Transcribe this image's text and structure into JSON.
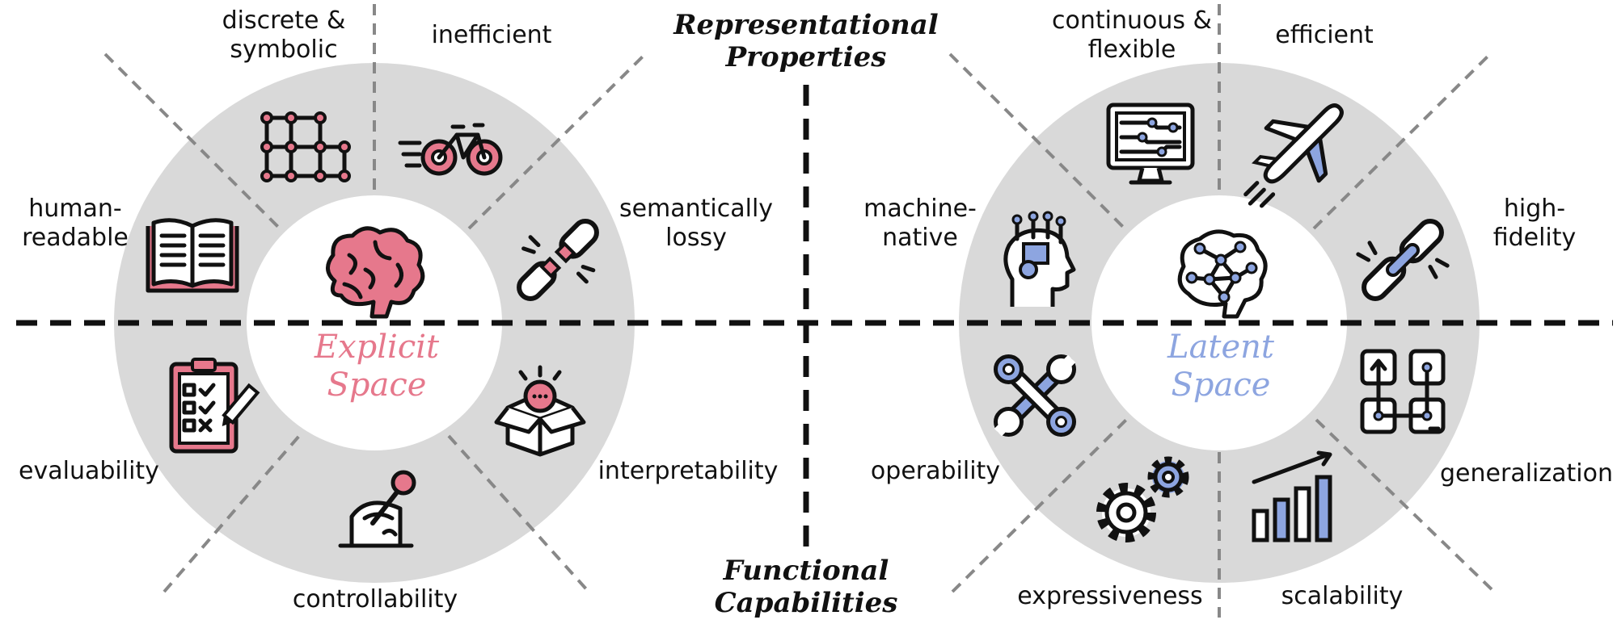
{
  "headers": {
    "top": [
      "Representational",
      "Properties"
    ],
    "bottom": [
      "Functional",
      "Capabilities"
    ]
  },
  "explicit": {
    "title": [
      "Explicit",
      "Space"
    ],
    "color": "#e6788c",
    "labels": {
      "discrete": [
        "discrete &",
        "symbolic"
      ],
      "inefficient": "inefficient",
      "human": [
        "human-",
        "readable"
      ],
      "semantic": [
        "semantically",
        "lossy"
      ],
      "evaluability": "evaluability",
      "interpretability": "interpretability",
      "controllability": "controllability"
    }
  },
  "latent": {
    "title": [
      "Latent",
      "Space"
    ],
    "color": "#8da5e0",
    "labels": {
      "continuous": [
        "continuous &",
        "flexible"
      ],
      "efficient": "efficient",
      "machine": [
        "machine-",
        "native"
      ],
      "fidelity": [
        "high-",
        "fidelity"
      ],
      "operability": "operability",
      "generalization": "generalization",
      "expressiveness": "expressiveness",
      "scalability": "scalability"
    }
  },
  "icons": {
    "explicit": [
      "graph-grid-icon",
      "bicycle-icon",
      "open-book-icon",
      "broken-chain-icon",
      "brain-icon",
      "checklist-icon",
      "lever-icon",
      "box-idea-icon"
    ],
    "latent": [
      "monitor-circuit-icon",
      "airplane-icon",
      "robot-head-icon",
      "chain-link-icon",
      "neural-brain-icon",
      "wrench-icon",
      "flowchart-icon",
      "gears-icon",
      "bar-chart-icon"
    ]
  }
}
